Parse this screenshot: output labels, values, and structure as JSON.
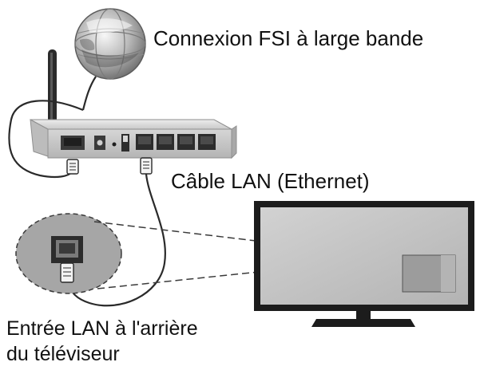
{
  "labels": {
    "isp_connection": "Connexion FSI à large bande",
    "lan_cable": "Câble LAN (Ethernet)",
    "tv_input_line1": "Entrée LAN à l'arrière",
    "tv_input_line2": "du téléviseur"
  },
  "colors": {
    "line": "#222222",
    "router_body": "#d4d4d4",
    "router_edge": "#9a9a9a",
    "tv_frame": "#1c1c1c",
    "tv_screen": "#c6c6c6",
    "zoom_fill": "#a8a8a8",
    "port_highlight": "#9c9c9c"
  },
  "icons": {
    "globe": "globe-icon",
    "router": "router-icon",
    "tv": "television-icon",
    "lan_jack": "lan-jack-icon"
  }
}
